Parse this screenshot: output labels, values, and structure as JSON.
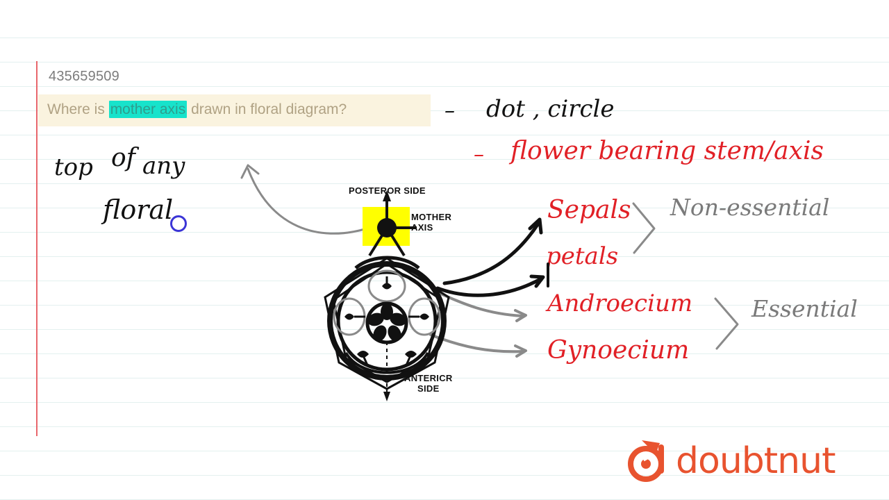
{
  "page": {
    "question_id": "435659509",
    "paper_background": "#ffffff",
    "rule_line_color": "#e3f0ef",
    "margin_rule_color": "#e8666b"
  },
  "question": {
    "prefix": "Where is ",
    "highlight": "mother axis",
    "suffix": " drawn in floral diagram?",
    "highlight_color": "#17e3cb",
    "bar_background": "#faf3df",
    "text_color": "#b0a284"
  },
  "handwriting": {
    "left_note": {
      "word1": "top",
      "word2": "of",
      "word3": "any",
      "word4": "floral",
      "ink": "#111111",
      "cursor_color": "#3b35d6"
    },
    "right_notes": [
      {
        "dash": "–",
        "text": "dot , circle",
        "ink": "#111111"
      },
      {
        "dash": "–",
        "text": "flower bearing stem/axis",
        "ink": "#e12026"
      }
    ],
    "parts": [
      {
        "label": "Sepals",
        "ink": "#e12026",
        "group": "Non-essential"
      },
      {
        "label": "petals",
        "ink": "#e12026",
        "group": "Non-essential"
      },
      {
        "label": "Androecium",
        "ink": "#e12026",
        "group": "Essential"
      },
      {
        "label": "Gynoecium",
        "ink": "#e12026",
        "group": "Essential"
      }
    ],
    "groups": [
      {
        "name": "Non-essential",
        "ink": "#7a7a7a"
      },
      {
        "name": "Essential",
        "ink": "#7a7a7a"
      }
    ]
  },
  "diagram": {
    "title_top": "POSTEROR SIDE",
    "label_axis": "MOTHER\nAXIS",
    "label_axis_line1": "MOTHER",
    "label_axis_line2": "AXIS",
    "label_bottom_line1": "ANTERICR",
    "label_bottom_line2": "SIDE",
    "highlight_color": "#ffff00",
    "stroke_color": "#111111",
    "inner_stroke_color": "#8a8a8a"
  },
  "branding": {
    "name": "doubtnut",
    "color": "#e8532f"
  }
}
